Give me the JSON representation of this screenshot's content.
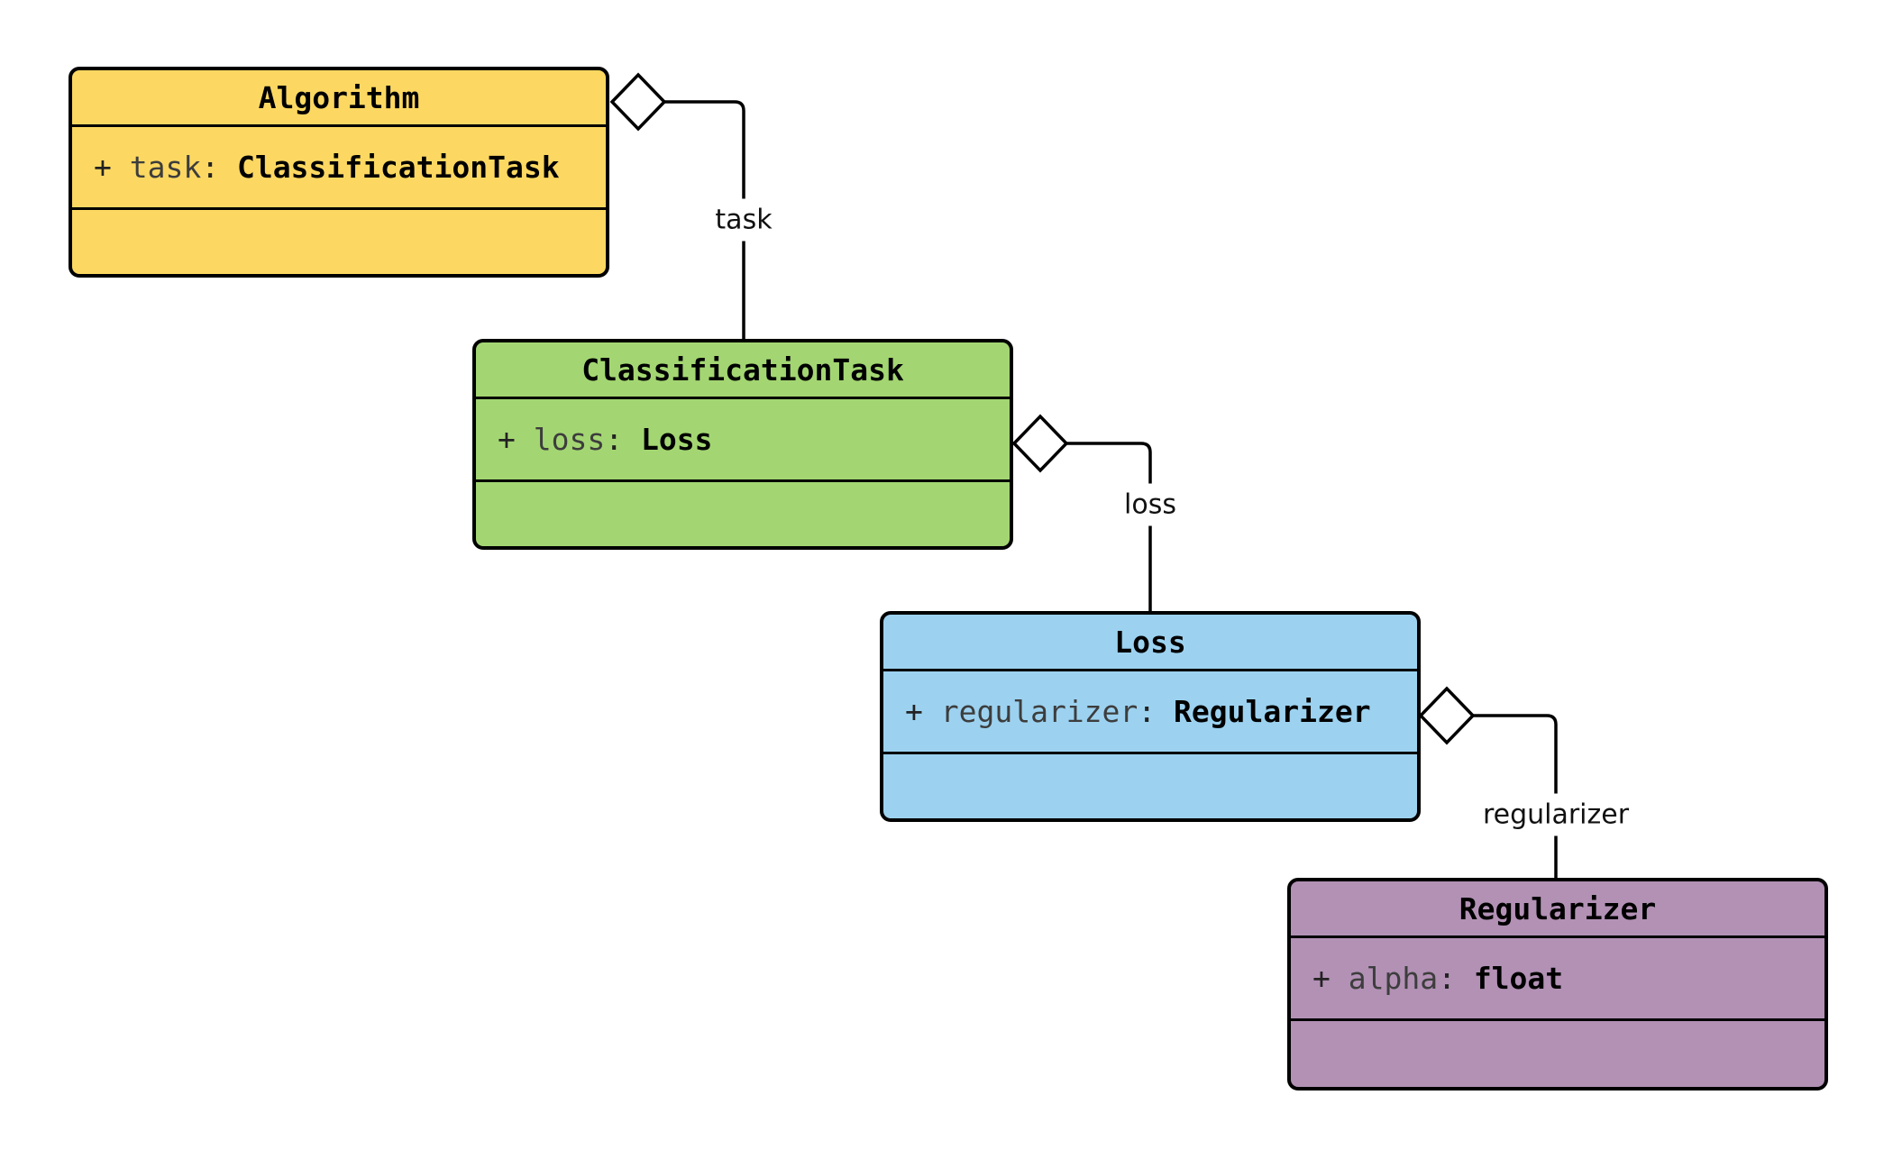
{
  "diagram": {
    "kind": "uml-class-diagram",
    "background_color": "#ffffff",
    "line_color": "#000000"
  },
  "classes": [
    {
      "name": "Algorithm",
      "fill": "#FCD862",
      "attributes": [
        {
          "visibility": "+",
          "name": "task",
          "separator": ":",
          "type": "ClassificationTask"
        }
      ]
    },
    {
      "name": "ClassificationTask",
      "fill": "#A3D672",
      "attributes": [
        {
          "visibility": "+",
          "name": "loss",
          "separator": ":",
          "type": "Loss"
        }
      ]
    },
    {
      "name": "Loss",
      "fill": "#9CD2F0",
      "attributes": [
        {
          "visibility": "+",
          "name": "regularizer",
          "separator": ":",
          "type": "Regularizer"
        }
      ]
    },
    {
      "name": "Regularizer",
      "fill": "#B291B5",
      "attributes": [
        {
          "visibility": "+",
          "name": "alpha",
          "separator": ":",
          "type": "float"
        }
      ]
    }
  ],
  "edges": [
    {
      "from": "Algorithm",
      "to": "ClassificationTask",
      "label": "task",
      "kind": "aggregation"
    },
    {
      "from": "ClassificationTask",
      "to": "Loss",
      "label": "loss",
      "kind": "aggregation"
    },
    {
      "from": "Loss",
      "to": "Regularizer",
      "label": "regularizer",
      "kind": "aggregation"
    }
  ]
}
